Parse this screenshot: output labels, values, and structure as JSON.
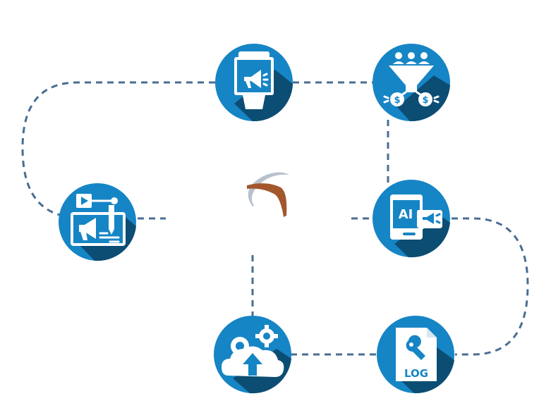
{
  "diagram": {
    "colors": {
      "node_fill": "#1685c5",
      "node_shadow": "#0c4d73",
      "connector": "#4a6d93",
      "icon": "#ffffff",
      "logo_boomerang": "#a3562c",
      "logo_swoosh": "#b8c2cc"
    },
    "center_logo": {
      "icon": "boomerang-logo-icon"
    },
    "nodes": [
      {
        "id": "n1",
        "icon": "megaphone-billboard-icon"
      },
      {
        "id": "n2",
        "icon": "sales-funnel-icon"
      },
      {
        "id": "n3",
        "icon": "ai-announcement-icon",
        "label": "AI"
      },
      {
        "id": "n4",
        "icon": "log-file-icon",
        "label": "LOG"
      },
      {
        "id": "n5",
        "icon": "cloud-upload-settings-icon"
      },
      {
        "id": "n6",
        "icon": "content-marketing-icon"
      }
    ]
  }
}
